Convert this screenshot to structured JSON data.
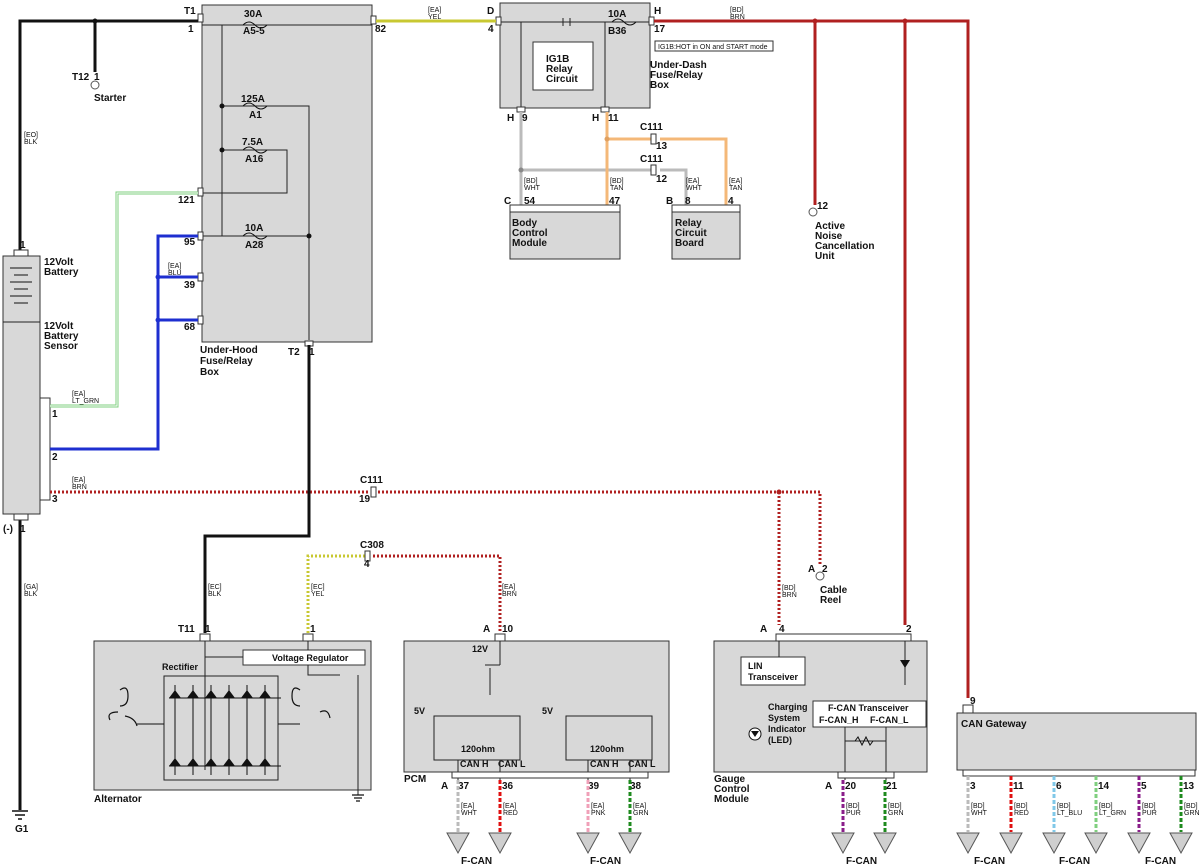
{
  "components": {
    "under_hood_box": {
      "name": "Under-Hood\nFuse/Relay\nBox",
      "lines": [
        "Under-Hood",
        "Fuse/Relay",
        "Box"
      ]
    },
    "under_dash_box": {
      "lines": [
        "Under-Dash",
        "Fuse/Relay",
        "Box"
      ]
    },
    "ig1b": {
      "lines": [
        "IG1B",
        "Relay",
        "Circuit"
      ]
    },
    "ig1b_note": "IG1B:HOT in ON and START mode",
    "battery": {
      "lines": [
        "12Volt",
        "Battery"
      ]
    },
    "battery_sensor": {
      "lines": [
        "12Volt",
        "Battery",
        "Sensor"
      ]
    },
    "starter": "Starter",
    "bcm": {
      "lines": [
        "Body",
        "Control",
        "Module"
      ]
    },
    "relay_board": {
      "lines": [
        "Relay",
        "Circuit",
        "Board"
      ]
    },
    "anc": {
      "lines": [
        "Active",
        "Noise",
        "Cancellation",
        "Unit"
      ]
    },
    "cable_reel": {
      "lines": [
        "Cable",
        "Reel"
      ]
    },
    "alternator": "Alternator",
    "voltage_regulator": "Voltage Regulator",
    "rectifier": "Rectifier",
    "pcm": "PCM",
    "gauge": {
      "lines": [
        "Gauge",
        "Control",
        "Module"
      ]
    },
    "lin": {
      "lines": [
        "LIN",
        "Transceiver"
      ]
    },
    "charging": {
      "lines": [
        "Charging",
        "System",
        "Indicator",
        "(LED)"
      ]
    },
    "fcan_transceiver": "F-CAN Transceiver",
    "fcan_h": "F-CAN_H",
    "fcan_l": "F-CAN_L",
    "can_gateway": "CAN Gateway",
    "ground": "G1",
    "neg": "(-)"
  },
  "fuses": [
    {
      "amp": "30A",
      "id": "A5-5"
    },
    {
      "amp": "125A",
      "id": "A1"
    },
    {
      "amp": "7.5A",
      "id": "A16"
    },
    {
      "amp": "10A",
      "id": "A28"
    },
    {
      "amp": "10A",
      "id": "B36"
    }
  ],
  "connectors": {
    "T1": "T1",
    "T2": "T2",
    "T11": "T11",
    "T12": "T12",
    "C111": "C111",
    "C308": "C308",
    "D": "D",
    "H": "H",
    "C": "C",
    "B": "B",
    "A": "A"
  },
  "pins": {
    "p1": "1",
    "p2": "2",
    "p3": "3",
    "p4": "4",
    "p8": "8",
    "p9": "9",
    "p10": "10",
    "p11": "11",
    "p12": "12",
    "p13": "13",
    "p14": "14",
    "p17": "17",
    "p19": "19",
    "p20": "20",
    "p21": "21",
    "p36": "36",
    "p37": "37",
    "p38": "38",
    "p39": "39",
    "p47": "47",
    "p54": "54",
    "p5": "5",
    "p6": "6",
    "p68": "68",
    "p82": "82",
    "p95": "95",
    "p121": "121"
  },
  "wire_labels": {
    "eo_blk": [
      "[EO]",
      "BLK"
    ],
    "ea_yel": [
      "[EA]",
      "YEL"
    ],
    "bd_brn": [
      "[BD]",
      "BRN"
    ],
    "ea_blu": [
      "[EA]",
      "BLU"
    ],
    "ea_ltgrn": [
      "[EA]",
      "LT_GRN"
    ],
    "ea_brn": [
      "[EA]",
      "BRN"
    ],
    "ga_blk": [
      "[GA]",
      "BLK"
    ],
    "ec_blk": [
      "[EC]",
      "BLK"
    ],
    "ec_yel": [
      "[EC]",
      "YEL"
    ],
    "bd_wht": [
      "[BD]",
      "WHT"
    ],
    "bd_tan": [
      "[BD]",
      "TAN"
    ],
    "ea_wht": [
      "[EA]",
      "WHT"
    ],
    "ea_tan": [
      "[EA]",
      "TAN"
    ],
    "ea_red": [
      "[EA]",
      "RED"
    ],
    "ea_pnk": [
      "[EA]",
      "PNK"
    ],
    "ea_grn": [
      "[EA]",
      "GRN"
    ],
    "bd_pur": [
      "[BD]",
      "PUR"
    ],
    "bd_grn": [
      "[BD]",
      "GRN"
    ],
    "bd_red": [
      "[BD]",
      "RED"
    ],
    "bd_ltblu": [
      "[BD]",
      "LT_BLU"
    ],
    "bd_ltgrn": [
      "[BD]",
      "LT_GRN"
    ]
  },
  "pcm_labels": {
    "v5": "5V",
    "v12": "12V",
    "ohm": "120ohm",
    "canh": "CAN H",
    "canl": "CAN L"
  },
  "fcan": "F-CAN",
  "colors": {
    "black": "#111111",
    "yellow": "#c8c832",
    "brown": "#b02020",
    "blue": "#1e2fd0",
    "ltgreen": "#7fcf7f",
    "tan": "#f4b878",
    "white": "#bbbbbb",
    "red": "#e01010",
    "pink": "#f0a0b8",
    "green": "#1e8a1e",
    "purple": "#8a1e8a",
    "ltblue": "#80c8e8"
  }
}
